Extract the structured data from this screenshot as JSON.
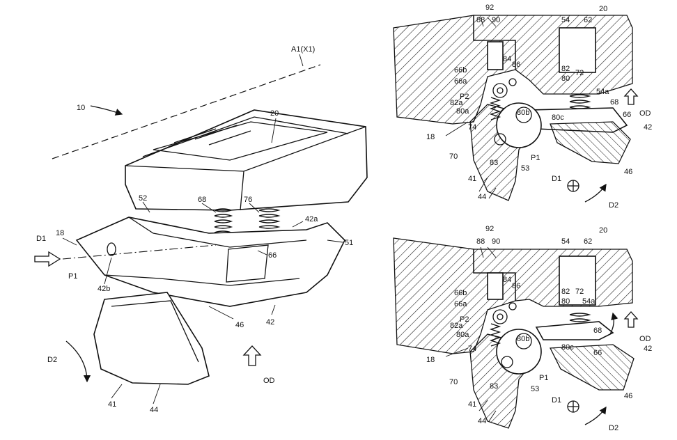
{
  "figures": {
    "perspective": {
      "labels": {
        "axis": "A1(X1)",
        "device": "10",
        "housing": "20",
        "base": "18",
        "d1": "D1",
        "p1": "P1",
        "spring_seat": "52",
        "spring_left": "68",
        "spring_right": "76",
        "lever_top": "42a",
        "lever_mid": "66",
        "lever_side": "51",
        "lever_pin": "42b",
        "lever": "42",
        "lever_lower": "46",
        "handle": "41",
        "handle_bottom": "44",
        "rotation": "D2",
        "od": "OD"
      }
    },
    "section_top": {
      "labels": {
        "group": "92",
        "g1": "88",
        "g2": "90",
        "housing": "20",
        "block": "62",
        "seat": "54",
        "c84": "84",
        "c86": "86",
        "c82": "82",
        "c72": "72",
        "c80": "80",
        "c54a": "54a",
        "c66b": "66b",
        "c66a": "66a",
        "p2": "P2",
        "c82a": "82a",
        "c80a": "80a",
        "c74": "74",
        "c80b": "80b",
        "c80c": "80c",
        "c68": "68",
        "c66": "66",
        "od": "OD",
        "c42": "42",
        "c18": "18",
        "c70": "70",
        "c83": "83",
        "p1": "P1",
        "c53": "53",
        "c41": "41",
        "c44": "44",
        "c46": "46",
        "d1": "D1",
        "d2": "D2"
      }
    },
    "section_bottom": {
      "labels": {
        "group": "92",
        "g1": "88",
        "g2": "90",
        "housing": "20",
        "block": "62",
        "seat": "54",
        "c84": "84",
        "c86": "86",
        "c82": "82",
        "c72": "72",
        "c80": "80",
        "c54a": "54a",
        "c66b": "66b",
        "c66a": "66a",
        "p2": "P2",
        "c82a": "82a",
        "c80a": "80a",
        "c74": "74",
        "c80b": "80b",
        "c80c": "80c",
        "c68": "68",
        "c66": "66",
        "od": "OD",
        "c42": "42",
        "c18": "18",
        "c70": "70",
        "c83": "83",
        "p1": "P1",
        "c53": "53",
        "c41": "41",
        "c44": "44",
        "c46": "46",
        "d1": "D1",
        "d2": "D2"
      }
    }
  }
}
